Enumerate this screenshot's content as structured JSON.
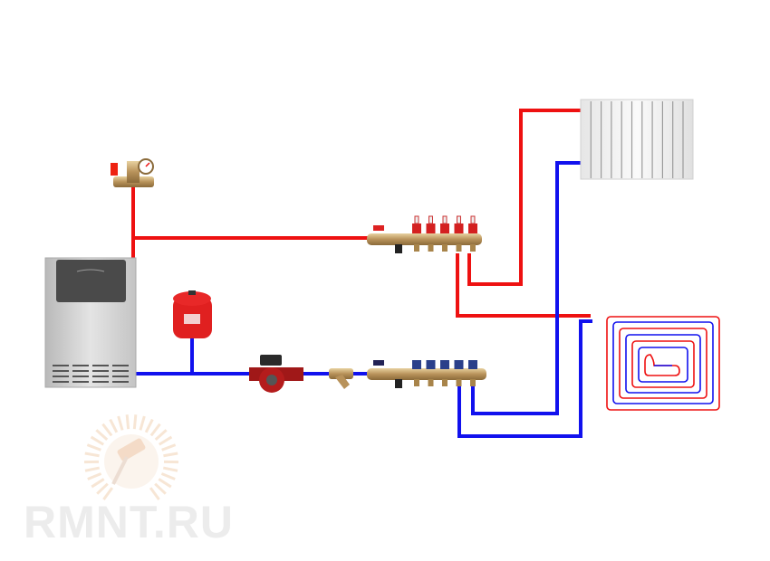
{
  "diagram": {
    "components": [
      "boiler",
      "safety-group",
      "expansion-tank",
      "circulation-pump",
      "strainer-filter",
      "supply-manifold",
      "return-manifold",
      "radiator",
      "underfloor-heating-loop"
    ],
    "colors": {
      "supply": "#ee1111",
      "return": "#1111ee",
      "boiler": "#c8c8c8",
      "brass": "#c9a46a"
    }
  },
  "watermark": {
    "text": "RMNT.RU"
  }
}
